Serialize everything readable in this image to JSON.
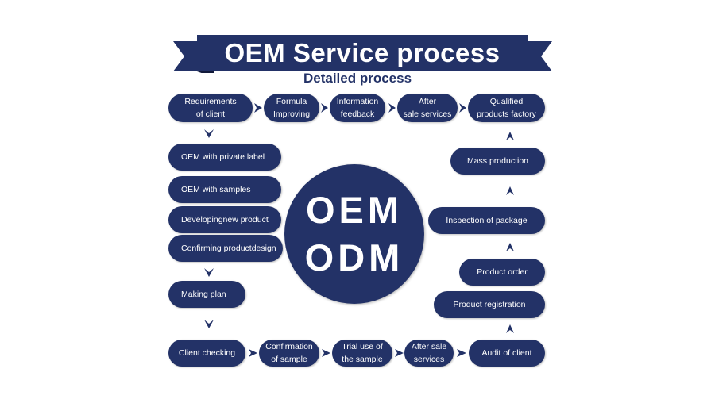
{
  "title": "OEM Service process",
  "subtitle": "Detailed process",
  "center": {
    "line1": "OEM",
    "line2": "ODM"
  },
  "colors": {
    "primary": "#233267",
    "background": "#ffffff"
  },
  "steps": {
    "requirements": "Requirements\nof client",
    "formula": "Formula\nImproving",
    "information": "Information\nfeedback",
    "after_top": "After\nsale services",
    "qualified": "Qualified\nproducts factory",
    "private_label": "OEM with private label",
    "samples": "OEM with samples",
    "developing": "Developingnew product",
    "confirming": "Confirming productdesign",
    "making_plan": "Making plan",
    "client_checking": "Client checking",
    "confirmation": "Confirmation\nof sample",
    "trial": "Trial use of\nthe sample",
    "after_bottom": "After sale\nservices",
    "audit": "Audit of client",
    "registration": "Product registration",
    "order": "Product order",
    "inspection": "Inspection of package",
    "mass": "Mass production"
  }
}
